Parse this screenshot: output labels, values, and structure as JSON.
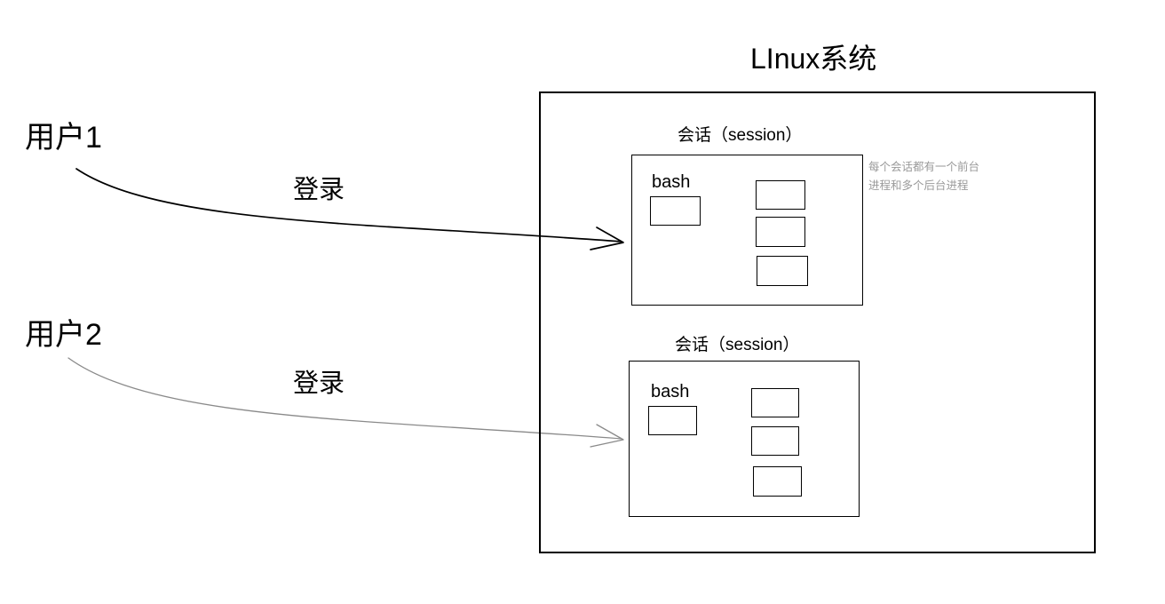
{
  "diagram": {
    "system_title": "LInux系统",
    "users": [
      {
        "label": "用户1",
        "action_label": "登录"
      },
      {
        "label": "用户2",
        "action_label": "登录"
      }
    ],
    "sessions": [
      {
        "title": "会话（session）",
        "foreground_label": "bash",
        "background_process_count": 3
      },
      {
        "title": "会话（session）",
        "foreground_label": "bash",
        "background_process_count": 3
      }
    ],
    "annotation": "每个会话都有一个前台进程和多个后台进程",
    "colors": {
      "stroke": "#000000",
      "arrow_primary": "#000000",
      "arrow_secondary": "#8a8a8a",
      "annotation_text": "#9a9a9a",
      "background": "#ffffff"
    }
  }
}
